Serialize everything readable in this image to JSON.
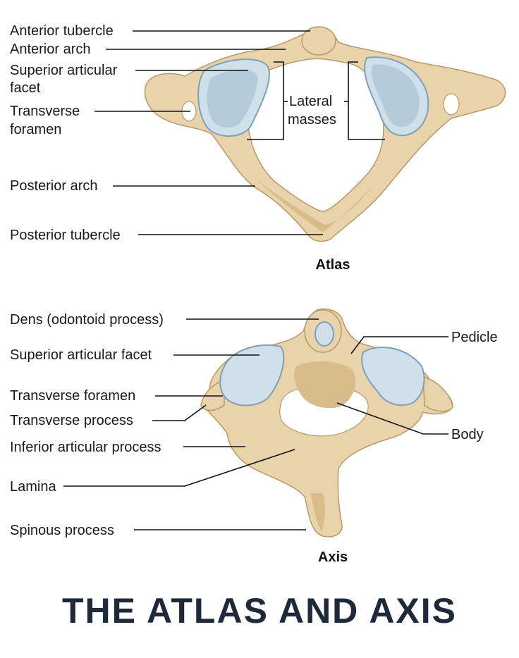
{
  "atlas": {
    "caption": "Atlas",
    "labels": {
      "anterior_tubercle": "Anterior tubercle",
      "anterior_arch": "Anterior arch",
      "superior_facet_1": "Superior articular",
      "superior_facet_2": "facet",
      "transverse_foramen_1": "Transverse",
      "transverse_foramen_2": "foramen",
      "lateral_masses_1": "Lateral",
      "lateral_masses_2": "masses",
      "posterior_arch": "Posterior arch",
      "posterior_tubercle": "Posterior tubercle"
    }
  },
  "axis": {
    "caption": "Axis",
    "labels": {
      "dens": "Dens (odontoid process)",
      "superior_facet": "Superior articular facet",
      "transverse_foramen": "Transverse foramen",
      "transverse_process": "Transverse process",
      "inferior_process": "Inferior articular process",
      "lamina": "Lamina",
      "spinous_process": "Spinous process",
      "pedicle": "Pedicle",
      "body": "Body"
    }
  },
  "title": "THE ATLAS AND AXIS",
  "colors": {
    "bone": "#e8d3aa",
    "facet": "#cfe0ea",
    "title": "#1e2a3a"
  }
}
